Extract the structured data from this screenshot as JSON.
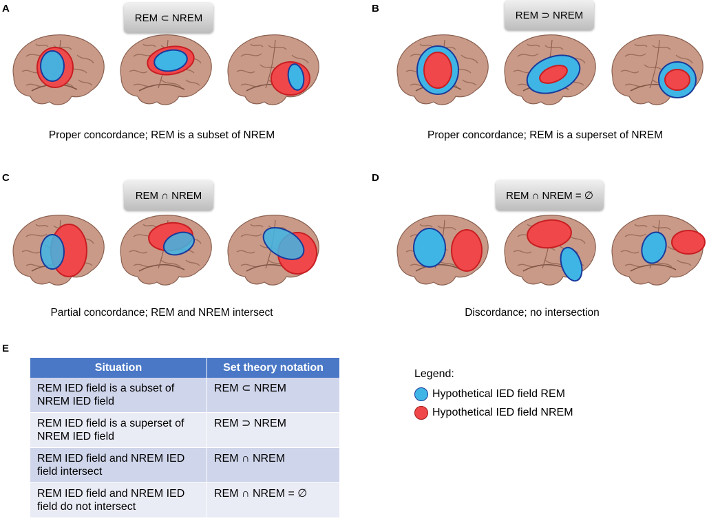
{
  "panels": [
    {
      "letter": "A",
      "notation": "REM ⊂ NREM",
      "caption": "Proper concordance; REM is a subset of NREM"
    },
    {
      "letter": "B",
      "notation": "REM ⊃ NREM",
      "caption": "Proper concordance; REM is a superset of NREM"
    },
    {
      "letter": "C",
      "notation": "REM ∩ NREM",
      "caption": "Partial concordance; REM and NREM intersect"
    },
    {
      "letter": "D",
      "notation": "REM ∩ NREM = ∅",
      "caption": "Discordance; no intersection"
    }
  ],
  "table_letter": "E",
  "table": {
    "headers": [
      "Situation",
      "Set theory notation"
    ],
    "rows": [
      [
        "REM IED field is a subset of NREM IED field",
        "REM ⊂ NREM"
      ],
      [
        "REM IED field is a superset of NREM IED field",
        "REM ⊃ NREM"
      ],
      [
        "REM IED field and NREM IED field intersect",
        "REM ∩ NREM"
      ],
      [
        "REM IED field and NREM IED field do not intersect",
        "REM ∩ NREM = ∅"
      ]
    ]
  },
  "legend": {
    "title": "Legend:",
    "items": [
      {
        "label": "Hypothetical IED field REM",
        "color": "#3fb5e5"
      },
      {
        "label": "Hypothetical IED field NREM",
        "color": "#f0474a"
      }
    ]
  },
  "colors": {
    "rem": "#3fb5e5",
    "nrem": "#f0474a",
    "brain": "#c99a88",
    "header": "#4a78c6"
  }
}
